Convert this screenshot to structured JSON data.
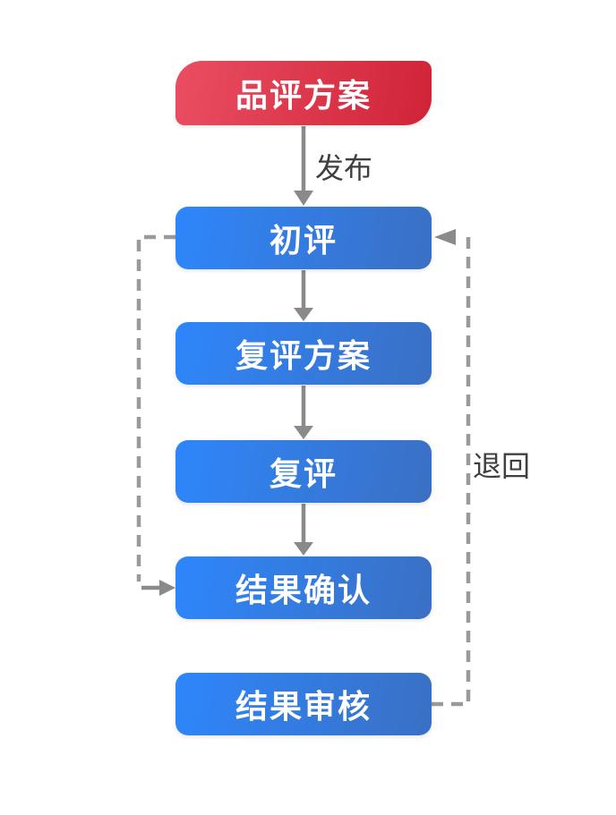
{
  "flowchart": {
    "nodes": [
      {
        "id": "evaluation-plan",
        "label": "品评方案",
        "type": "start"
      },
      {
        "id": "initial-review",
        "label": "初评",
        "type": "step"
      },
      {
        "id": "rereview-plan",
        "label": "复评方案",
        "type": "step"
      },
      {
        "id": "rereview",
        "label": "复评",
        "type": "step"
      },
      {
        "id": "result-confirm",
        "label": "结果确认",
        "type": "step"
      },
      {
        "id": "result-audit",
        "label": "结果审核",
        "type": "step"
      }
    ],
    "edge_labels": {
      "publish": "发布",
      "return": "退回"
    },
    "edges": [
      {
        "from": "evaluation-plan",
        "to": "initial-review",
        "style": "solid",
        "label": "发布"
      },
      {
        "from": "initial-review",
        "to": "rereview-plan",
        "style": "solid"
      },
      {
        "from": "rereview-plan",
        "to": "rereview",
        "style": "solid"
      },
      {
        "from": "rereview",
        "to": "result-confirm",
        "style": "solid"
      },
      {
        "from": "initial-review",
        "to": "result-confirm",
        "style": "dashed"
      },
      {
        "from": "result-audit",
        "to": "initial-review",
        "style": "dashed",
        "label": "退回"
      }
    ],
    "colors": {
      "start_gradient_from": "#ea4e62",
      "start_gradient_to": "#d02338",
      "step_gradient_from": "#2e86fb",
      "step_gradient_to": "#3a70c4",
      "arrow": "#8a8a8a",
      "dash": "#9a9a9a",
      "edge_label_text": "#3f3f3f",
      "node_text": "#ffffff",
      "background": "#ffffff"
    }
  }
}
